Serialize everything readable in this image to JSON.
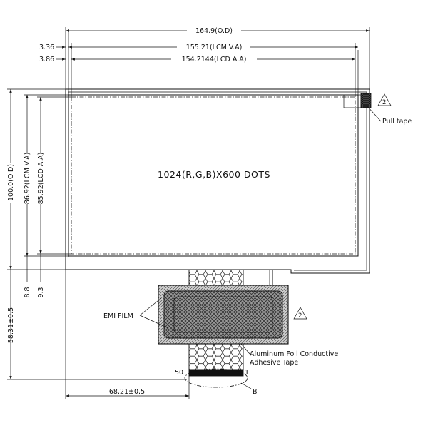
{
  "dimensions": {
    "outline_width": "164.9(O.D)",
    "lcm_va_width": "155.21(LCM V.A)",
    "lcd_aa_width": "154.2144(LCD A.A)",
    "left_offset_va": "3.36",
    "left_offset_aa": "3.86",
    "outline_height": "100.0(O.D)",
    "lcm_va_height": "86.92(LCM V.A)",
    "lcd_aa_height": "85.92(LCD A.A)",
    "bottom_offset_va": "8.8",
    "bottom_offset_aa": "9.3",
    "fpc_length": "58.31±0.5",
    "fpc_position": "68.21±0.5"
  },
  "labels": {
    "resolution": "1024(R,G,B)X600 DOTS",
    "pull_tape": "Pull tape",
    "emi_film": "EMI FILM",
    "foil_tape_line1": "Aluminum Foil Conductive",
    "foil_tape_line2": "Adhesive Tape",
    "pin_50": "50",
    "pin_1": "1",
    "detail_b": "B"
  },
  "revision_marks": [
    "2",
    "2"
  ]
}
